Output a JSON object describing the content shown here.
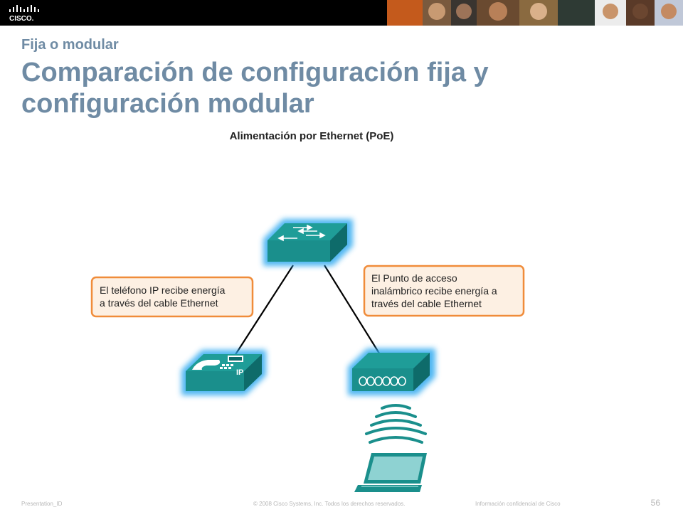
{
  "header": {
    "logo_text": "CISCO.",
    "kicker": "Fija o modular",
    "title": "Comparación de configuración fija y configuración modular"
  },
  "diagram": {
    "heading": "Alimentación por Ethernet (PoE)",
    "callout_phone": {
      "line1": "El teléfono IP recibe energía",
      "line2": "a través del cable Ethernet"
    },
    "callout_ap": {
      "line1": "El Punto de acceso",
      "line2": "inalámbrico recibe energía a",
      "line3": "través del cable Ethernet"
    },
    "phone_label": "IP",
    "colors": {
      "device": "#1a8f8c",
      "device_dark": "#0e6b6a",
      "glow": "#33aaf0",
      "callout_border": "#f08c3a",
      "callout_fill": "#fdf0e3"
    }
  },
  "footer": {
    "presentation_id": "Presentation_ID",
    "copyright": "© 2008 Cisco Systems, Inc. Todos los derechos reservados.",
    "confidential": "Información confidencial de Cisco",
    "page_number": "56"
  }
}
